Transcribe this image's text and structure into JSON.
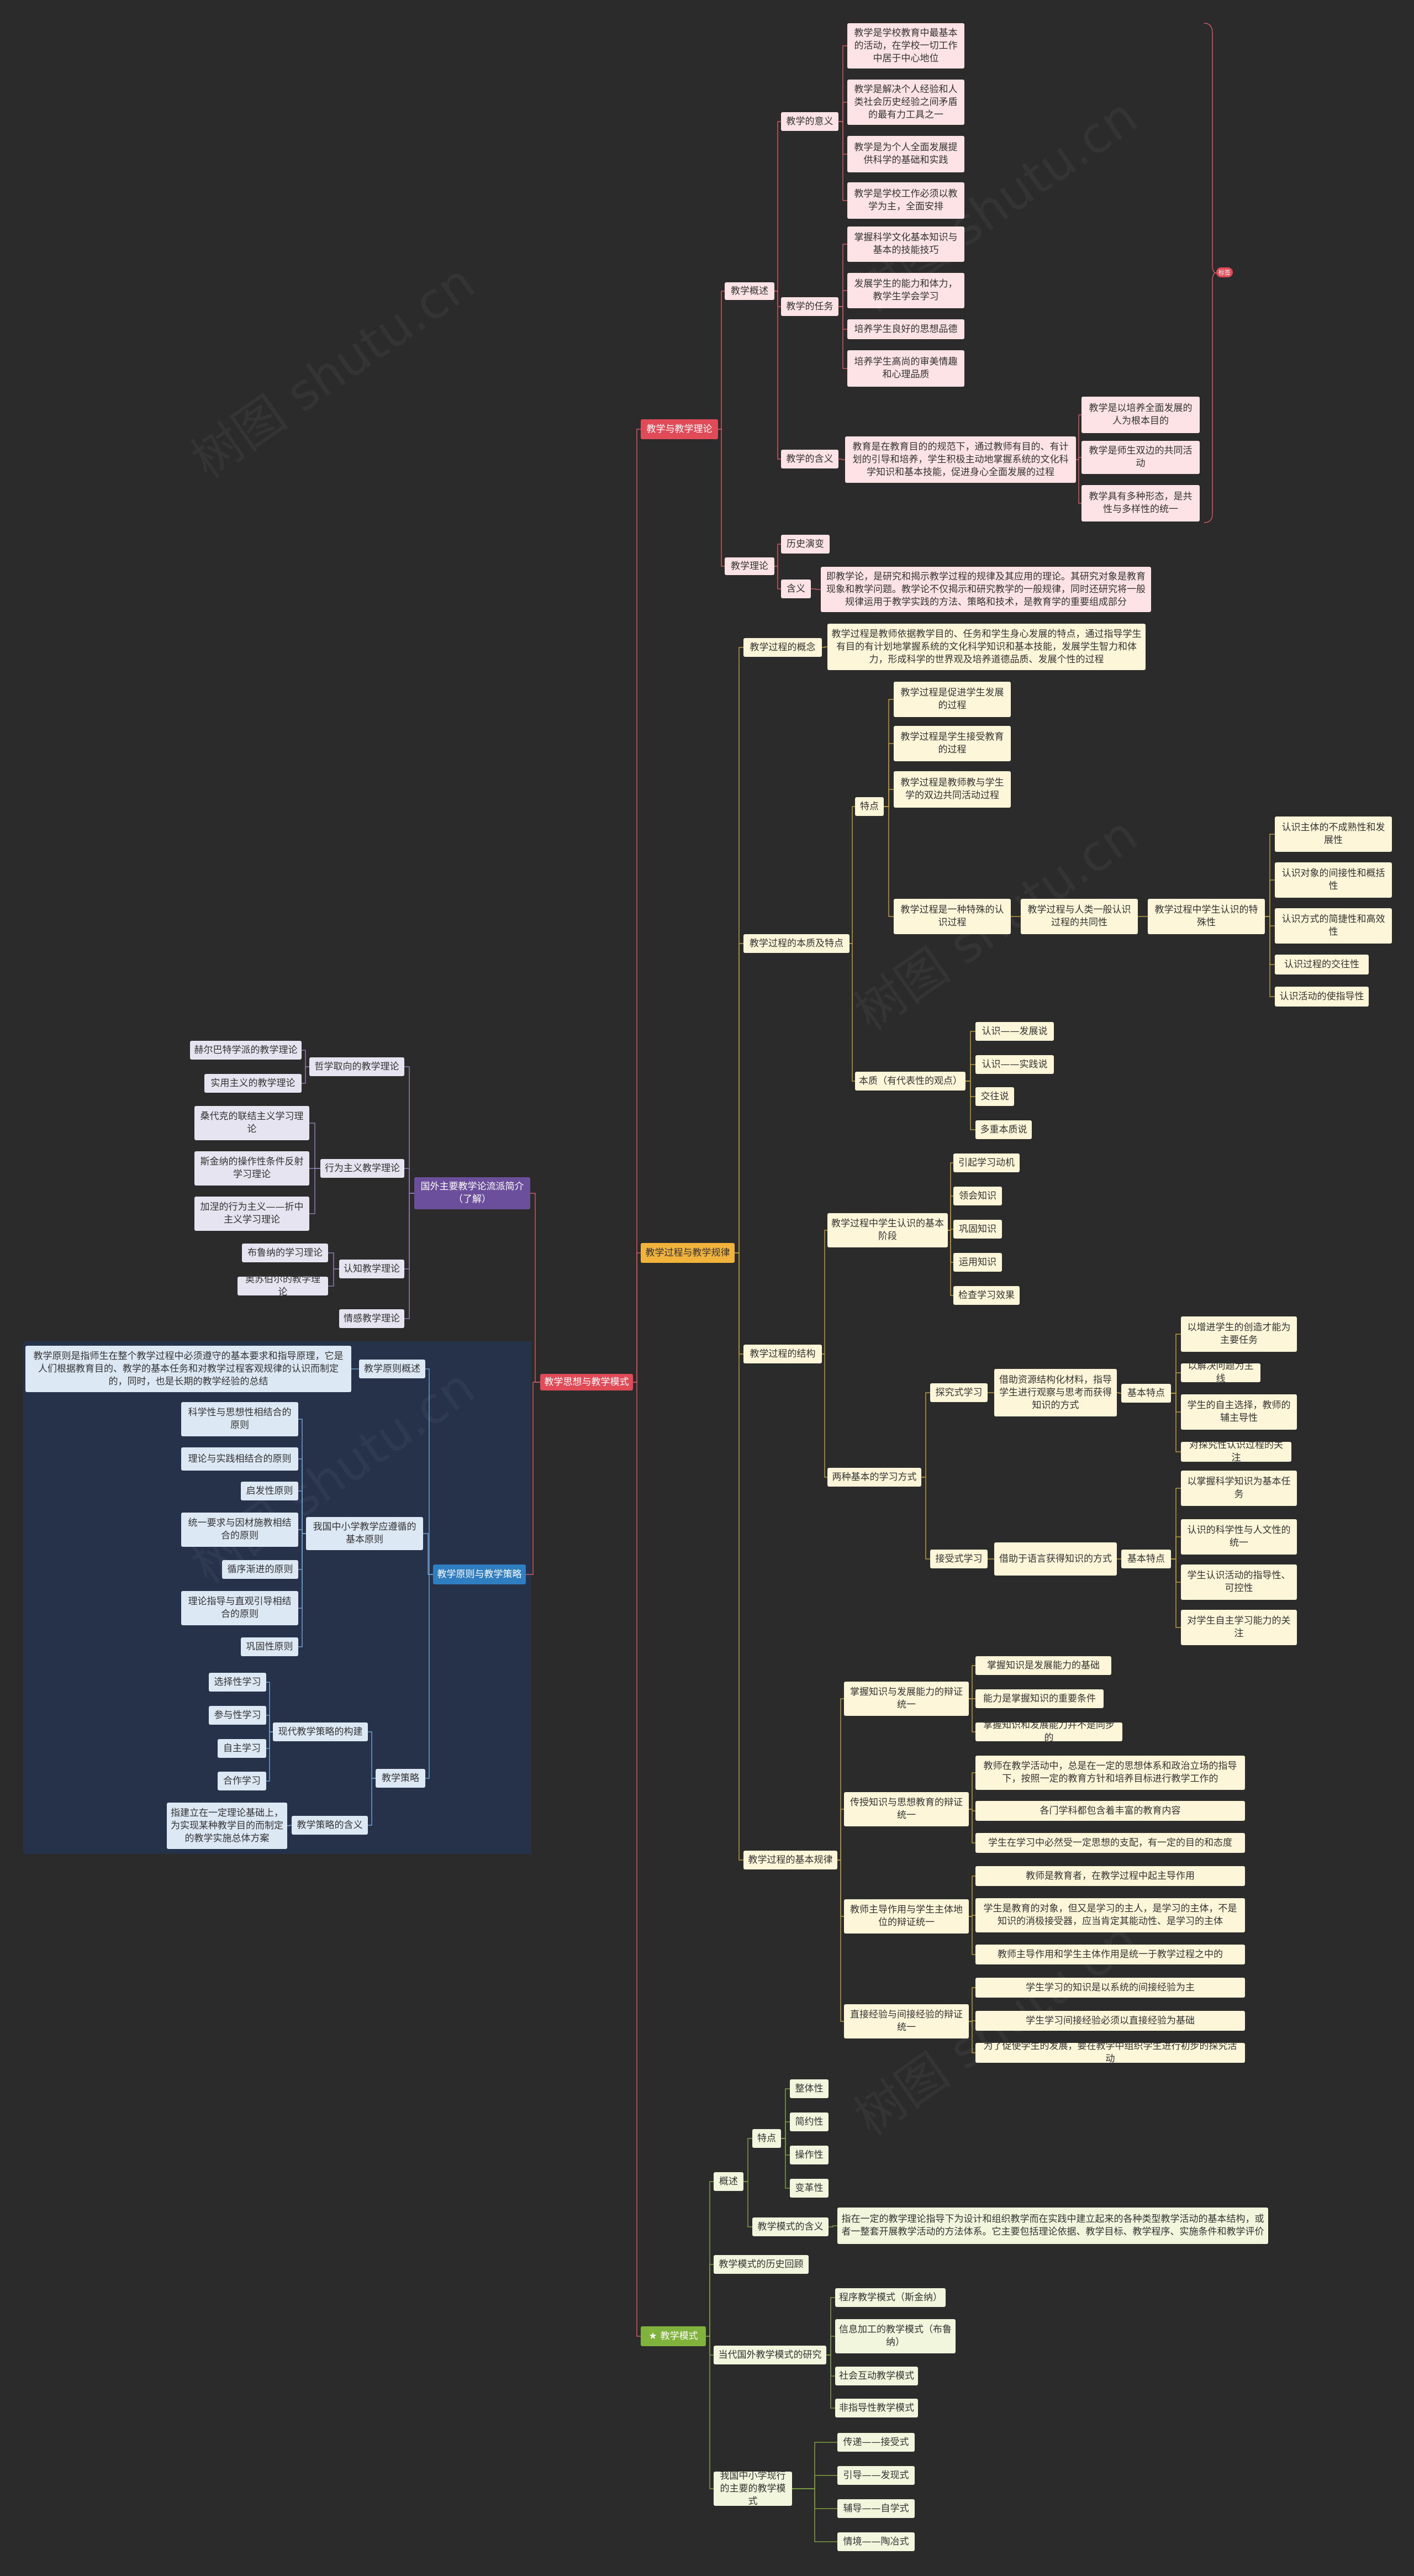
{
  "root": {
    "label": "教学思想与教学模式"
  },
  "branches": {
    "theory": {
      "label": "教学与教学理论",
      "overview": {
        "label": "教学概述",
        "meaning": {
          "label": "教学的意义",
          "items": [
            "教学是学校教育中最基本的活动，在学校一切工作中居于中心地位",
            "教学是解决个人经验和人类社会历史经验之间矛盾的最有力工具之一",
            "教学是为个人全面发展提供科学的基础和实践",
            "教学是学校工作必须以教学为主，全面安排"
          ]
        },
        "tasks": {
          "label": "教学的任务",
          "items": [
            "掌握科学文化基本知识与基本的技能技巧",
            "发展学生的能力和体力，教学生学会学习",
            "培养学生良好的思想品德",
            "培养学生高尚的审美情趣和心理品质"
          ]
        },
        "definition": {
          "label": "教学的含义",
          "text": "教育是在教育目的的规范下，通过教师有目的、有计划的引导和培养，学生积极主动地掌握系统的文化科学知识和基本技能，促进身心全面发展的过程",
          "items": [
            "教学是以培养全面发展的人为根本目的",
            "教学是师生双边的共同活动",
            "教学具有多种形态，是共性与多样性的统一"
          ]
        }
      },
      "teaching_theory": {
        "label": "教学理论",
        "history": "历史演变",
        "meaning_label": "含义",
        "meaning_text": "即教学论，是研究和揭示教学过程的规律及其应用的理论。其研究对象是教育现象和教学问题。教学论不仅揭示和研究教学的一般规律，同时还研究将一般规律运用于教学实践的方法、策略和技术，是教育学的重要组成部分"
      },
      "tag": "标签"
    },
    "process": {
      "label": "教学过程与教学规律",
      "concept": {
        "label": "教学过程的概念",
        "text": "教学过程是教师依据教学目的、任务和学生身心发展的特点，通过指导学生有目的有计划地掌握系统的文化科学知识和基本技能，发展学生智力和体力，形成科学的世界观及培养道德品质、发展个性的过程"
      },
      "nature": {
        "label": "教学过程的本质及特点",
        "features_label": "特点",
        "features": [
          "教学过程是促进学生发展的过程",
          "教学过程是学生接受教育的过程",
          "教学过程是教师教与学生学的双边共同活动过程",
          "教学过程是一种特殊的认识过程"
        ],
        "general_label": "教学过程与人类一般认识过程的共同性",
        "special_label": "教学过程中学生认识的特殊性",
        "special": [
          "认识主体的不成熟性和发展性",
          "认识对象的间接性和概括性",
          "认识方式的简捷性和高效性",
          "认识过程的交往性",
          "认识活动的使指导性"
        ],
        "essence_label": "本质（有代表性的观点）",
        "essence": [
          "认识——发展说",
          "认识——实践说",
          "交往说",
          "多重本质说"
        ]
      },
      "structure": {
        "label": "教学过程的结构",
        "stages_label": "教学过程中学生认识的基本阶段",
        "stages": [
          "引起学习动机",
          "领会知识",
          "巩固知识",
          "运用知识",
          "检查学习效果"
        ],
        "two_label": "两种基本的学习方式",
        "inquiry": {
          "label": "探究式学习",
          "desc": "借助资源结构化材料，指导学生进行观察与思考而获得知识的方式",
          "feature_label": "基本特点",
          "features": [
            "以增进学生的创造才能为主要任务",
            "以解决问题为主线",
            "学生的自主选择，教师的辅主导性",
            "对探究性认识过程的关注"
          ]
        },
        "receptive": {
          "label": "接受式学习",
          "desc": "借助于语言获得知识的方式",
          "feature_label": "基本特点",
          "features": [
            "以掌握科学知识为基本任务",
            "认识的科学性与人文性的统一",
            "学生认识活动的指导性、可控性",
            "对学生自主学习能力的关注"
          ]
        }
      },
      "laws": {
        "label": "教学过程的基本规律",
        "groups": [
          {
            "label": "掌握知识与发展能力的辩证统一",
            "items": [
              "掌握知识是发展能力的基础",
              "能力是掌握知识的重要条件",
              "掌握知识和发展能力并不是同步的"
            ]
          },
          {
            "label": "传授知识与思想教育的辩证统一",
            "items": [
              "教师在教学活动中，总是在一定的思想体系和政治立场的指导下，按照一定的教育方针和培养目标进行教学工作的",
              "各门学科都包含着丰富的教育内容",
              "学生在学习中必然受一定思想的支配，有一定的目的和态度"
            ]
          },
          {
            "label": "教师主导作用与学生主体地位的辩证统一",
            "items": [
              "教师是教育者，在教学过程中起主导作用",
              "学生是教育的对象，但又是学习的主人，是学习的主体，不是知识的消极接受器，应当肯定其能动性、是学习的主体",
              "教师主导作用和学生主体作用是统一于教学过程之中的"
            ]
          },
          {
            "label": "直接经验与间接经验的辩证统一",
            "items": [
              "学生学习的知识是以系统的间接经验为主",
              "学生学习间接经验必须以直接经验为基础",
              "为了促使学生的发展，要在教学中组织学生进行初步的探究活动"
            ]
          }
        ]
      }
    },
    "strategy": {
      "label": "教学原则与教学策略",
      "foreign": {
        "label": "国外主要教学论流派简介（了解）",
        "groups": [
          {
            "label": "哲学取向的教学理论",
            "items": [
              "赫尔巴特学派的教学理论",
              "实用主义的教学理论"
            ]
          },
          {
            "label": "行为主义教学理论",
            "items": [
              "桑代克的联结主义学习理论",
              "斯金纳的操作性条件反射学习理论",
              "加涅的行为主义——折中主义学习理论"
            ]
          },
          {
            "label": "认知教学理论",
            "items": [
              "布鲁纳的学习理论",
              "奥苏伯尔的教学理论"
            ]
          },
          {
            "label": "情感教学理论",
            "items": []
          }
        ]
      },
      "principles_overview": {
        "label": "教学原则概述",
        "text": "教学原则是指师生在整个教学过程中必须遵守的基本要求和指导原理，它是人们根据教育目的、教学的基本任务和对教学过程客观规律的认识而制定的，同时，也是长期的教学经验的总结"
      },
      "principles": {
        "label": "我国中小学教学应遵循的基本原则",
        "items": [
          "科学性与思想性相结合的原则",
          "理论与实践相结合的原则",
          "启发性原则",
          "统一要求与因材施教相结合的原则",
          "循序渐进的原则",
          "理论指导与直观引导相结合的原则",
          "巩固性原则"
        ]
      },
      "strategies": {
        "label": "教学策略",
        "modern": {
          "label": "现代教学策略的构建",
          "items": [
            "选择性学习",
            "参与性学习",
            "自主学习",
            "合作学习"
          ]
        },
        "meaning": {
          "label": "教学策略的含义",
          "text": "指建立在一定理论基础上，为实现某种教学目的而制定的教学实施总体方案"
        }
      }
    },
    "models": {
      "label": "教学模式",
      "icon": "star-icon",
      "overview": {
        "label": "概述",
        "features_label": "特点",
        "features": [
          "整体性",
          "简约性",
          "操作性",
          "变革性"
        ],
        "meaning_label": "教学模式的含义",
        "meaning_text": "指在一定的教学理论指导下为设计和组织教学而在实践中建立起来的各种类型教学活动的基本结构，或者一整套开展教学活动的方法体系。它主要包括理论依据、教学目标、教学程序、实施条件和教学评价"
      },
      "history": "教学模式的历史回顾",
      "foreign": {
        "label": "当代国外教学模式的研究",
        "items": [
          "程序教学模式（斯金纳）",
          "信息加工的教学模式（布鲁纳）",
          "社会互动教学模式",
          "非指导性教学模式"
        ]
      },
      "domestic": {
        "label": "我国中小学现行的主要的教学模式",
        "items": [
          "传递——接受式",
          "引导——发现式",
          "辅导——自学式",
          "情境——陶冶式"
        ]
      }
    }
  },
  "watermark": "树图 shutu.cn"
}
